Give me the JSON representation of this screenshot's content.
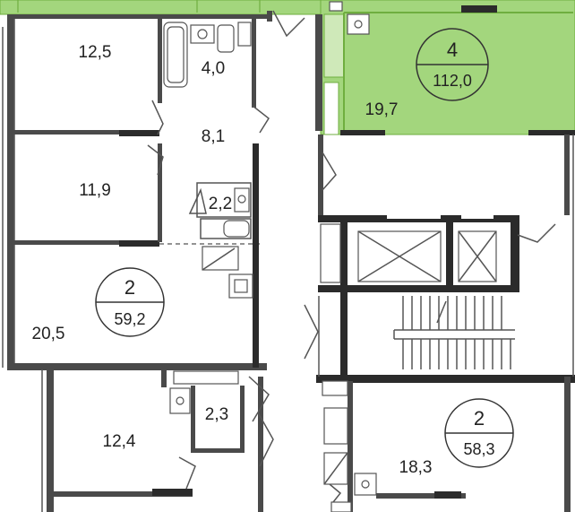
{
  "highlight_color": "#a3d67d",
  "highlight_stroke": "#6fae3f",
  "apartments": [
    {
      "id": "apt-4",
      "number": "4",
      "area": "112,0"
    },
    {
      "id": "apt-2-left",
      "number": "2",
      "area": "59,2"
    },
    {
      "id": "apt-2-right",
      "number": "2",
      "area": "58,3"
    }
  ],
  "rooms": [
    {
      "id": "room-12-5",
      "area": "12,5"
    },
    {
      "id": "room-4-0",
      "area": "4,0"
    },
    {
      "id": "room-8-1",
      "area": "8,1"
    },
    {
      "id": "room-11-9",
      "area": "11,9"
    },
    {
      "id": "room-2-2",
      "area": "2,2"
    },
    {
      "id": "room-20-5",
      "area": "20,5"
    },
    {
      "id": "room-12-4",
      "area": "12,4"
    },
    {
      "id": "room-2-3",
      "area": "2,3"
    },
    {
      "id": "room-19-7",
      "area": "19,7"
    },
    {
      "id": "room-18-3",
      "area": "18,3"
    }
  ]
}
